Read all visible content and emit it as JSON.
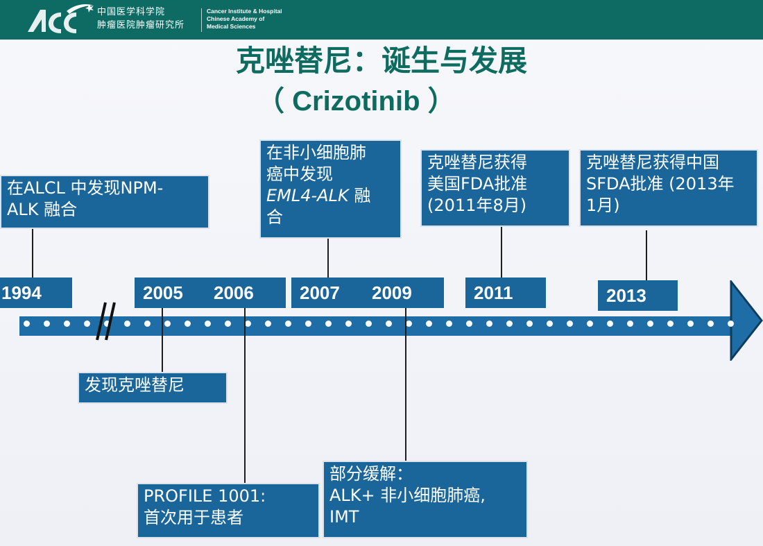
{
  "header": {
    "logo_cn_line1": "中国医学科学院",
    "logo_cn_line2": "肿瘤医院肿瘤研究所",
    "logo_en_line1": "Cancer Institute & Hospital",
    "logo_en_line2": "Chinese Academy of",
    "logo_en_line3": "Medical Sciences"
  },
  "title": {
    "line1": "克唑替尼：诞生与发展",
    "line2": "（ Crizotinib ）"
  },
  "years": [
    "1994",
    "2005",
    "2006",
    "2007",
    "2009",
    "2011",
    "2013"
  ],
  "events_above": {
    "e1994_line1": "在ALCL 中发现NPM-",
    "e1994_line2": "ALK 融合",
    "e2007_line1": "在非小细胞肺",
    "e2007_line2": "癌中发现",
    "e2007_italic": "EML4-ALK",
    "e2007_line3_rest": " 融",
    "e2007_line4": "合",
    "e2011_line1": "克唑替尼获得",
    "e2011_line2": "美国FDA批准",
    "e2011_line3": "(2011年8月)",
    "e2013_line1": "克唑替尼获得中国",
    "e2013_line2": "SFDA批准 (2013年",
    "e2013_line3": "1月)"
  },
  "events_below": {
    "e2005": "发现克唑替尼",
    "e2006_line1": "PROFILE 1001:",
    "e2006_line2": "首次用于患者",
    "e2009_line1": "部分缓解：",
    "e2009_line2": "ALK+ 非小细胞肺癌,",
    "e2009_line3": "IMT"
  },
  "colors": {
    "header_bg": "#0d6b63",
    "title": "#0e6b5f",
    "box": "#1a6599",
    "timeline": "#1f6da6"
  }
}
